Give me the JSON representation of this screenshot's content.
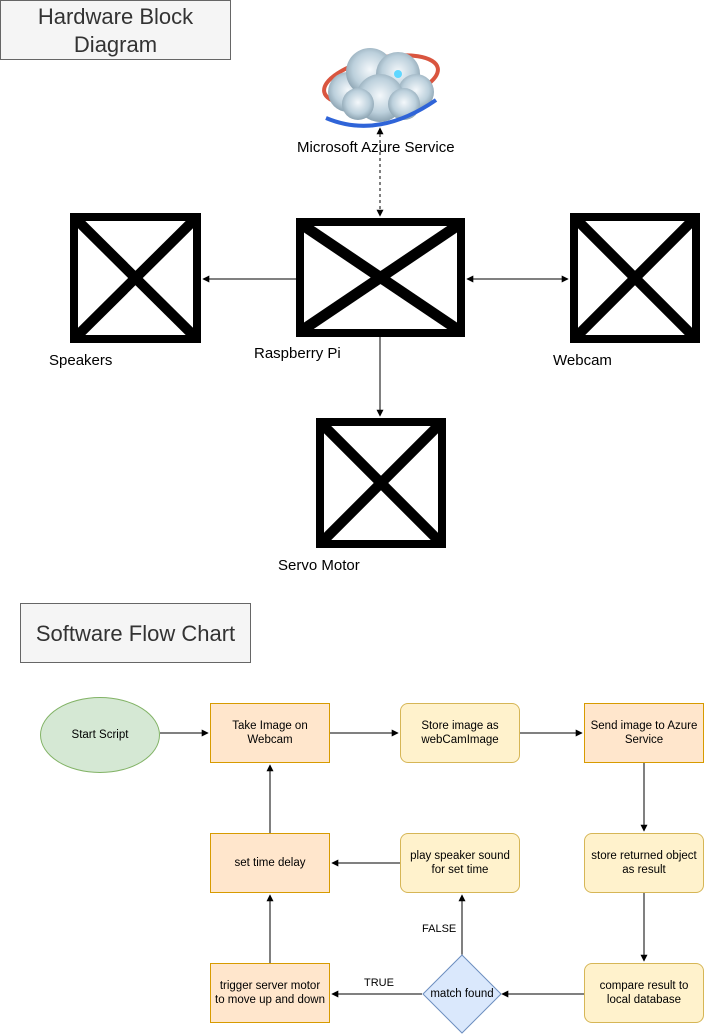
{
  "hardware": {
    "title": "Hardware Block Diagram",
    "azure_label": "Microsoft Azure Service",
    "components": {
      "raspberry_pi": "Raspberry Pi",
      "speakers": "Speakers",
      "webcam": "Webcam",
      "servo_motor": "Servo Motor"
    }
  },
  "software": {
    "title": "Software Flow Chart",
    "nodes": {
      "start": "Start Script",
      "take_image": "Take Image on Webcam",
      "store_image": "Store image as webCamImage",
      "send_image": "Send image to Azure Service",
      "store_result": "store returned object as result",
      "compare": "compare result to local database",
      "match": "match found",
      "trigger_servo": "trigger server motor to move up and down",
      "play_sound": "play speaker sound for set time",
      "set_delay": "set time delay"
    },
    "edge_labels": {
      "true": "TRUE",
      "false": "FALSE"
    }
  },
  "colors": {
    "start_fill": "#d5e8d4",
    "process_fill": "#ffe6cc",
    "rounded_fill": "#fff2cc",
    "decision_fill": "#dae8fc"
  }
}
